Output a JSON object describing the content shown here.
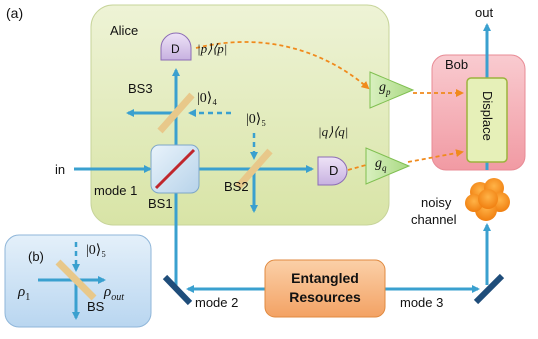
{
  "panel_a_tag": "(a)",
  "panel_b_tag": "(b)",
  "alice": {
    "title": "Alice"
  },
  "bob": {
    "title": "Bob",
    "displace_label": "Displace"
  },
  "labels": {
    "out": "out",
    "in": "in",
    "mode1": "mode 1",
    "mode2": "mode 2",
    "mode3": "mode 3",
    "bs1": "BS1",
    "bs2": "BS2",
    "bs3": "BS3",
    "bs": "BS",
    "vac4": "|0⟩₄",
    "vac5": "|0⟩₅",
    "vac5b": "|0⟩₅",
    "proj_p": "|p⟩⟨p|",
    "proj_q": "|q⟩⟨q|",
    "det_top": "D",
    "det_right": "D",
    "gain_p": "g",
    "gain_p_sub": "p",
    "gain_q": "g",
    "gain_q_sub": "q",
    "noisy1": "noisy",
    "noisy2": "channel",
    "entangled1": "Entangled",
    "entangled2": "Resources",
    "rho1": "ρ",
    "rho1_sub": "1",
    "rho_out": "ρ",
    "rho_out_sub": "out"
  },
  "colors": {
    "beam": "#3aa0cf",
    "feedforward": "#f08a1c",
    "alice_fill": "#e3ecc0",
    "bob_fill": "#f6b6bc",
    "panel_b_fill": "#cfe3f5",
    "entangled_fill": "#f7b27a",
    "displace_fill": "#e6f0b8",
    "gain_fill": "#c7e7a3",
    "detector_fill": "#d9c8ea",
    "beamsplitter": "#e8c88a",
    "mirror": "#1f4d7a",
    "bs1_diag": "#c0272d"
  }
}
